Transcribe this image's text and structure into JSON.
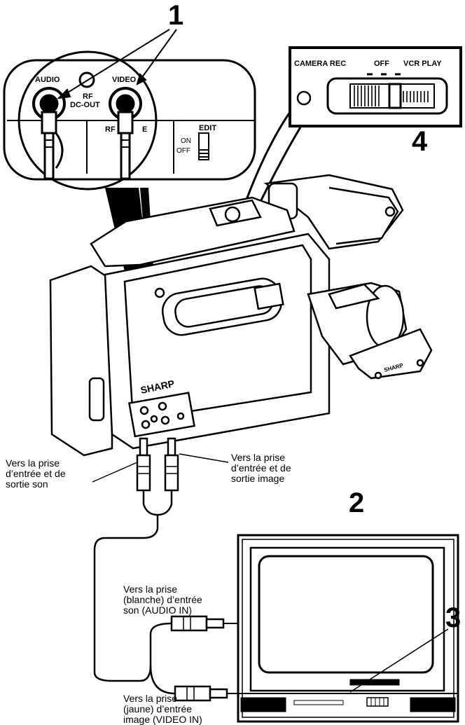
{
  "steps": {
    "s1": "1",
    "s2": "2",
    "s3": "3",
    "s4": "4"
  },
  "jacks": {
    "audio": "AUDIO",
    "video": "VIDEO",
    "rf_line1": "RF",
    "rf_line2": "DC-OUT",
    "rf_partial": "RF",
    "rf_partial_end": "E",
    "edit": "EDIT",
    "on": "ON",
    "off": "OFF"
  },
  "mode_switch": {
    "camera_rec": "CAMERA REC",
    "off": "OFF",
    "vcr_play": "VCR PLAY"
  },
  "brand": {
    "camera": "SHARP",
    "strap": "SHARP"
  },
  "callouts": {
    "audio_jack": [
      "Vers la prise",
      "d’entrée et de",
      "sortie son"
    ],
    "video_jack": [
      "Vers la prise",
      "d’entrée et de",
      "sortie image"
    ],
    "tv_audio": [
      "Vers la prise",
      "(blanche) d’entrée",
      "son (AUDIO IN)"
    ],
    "tv_video": [
      "Vers la prise",
      "(jaune) d’entrée",
      "image (VIDEO IN)"
    ]
  }
}
